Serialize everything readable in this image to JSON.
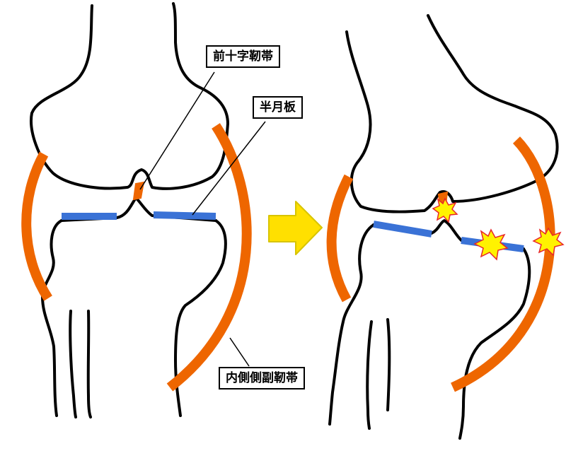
{
  "labels": {
    "acl": "前十字靭帯",
    "meniscus": "半月板",
    "mcl": "内側側副靭帯"
  },
  "colors": {
    "ligament": "#EE6600",
    "meniscus": "#3A72D6",
    "arrow": "#FFE000",
    "arrow_border": "#D8C400",
    "injury_fill": "#FFF200",
    "injury_border": "#E8262A",
    "outline": "#000000"
  },
  "icons": {
    "transition": "right-arrow-icon",
    "injury": "starburst-icon"
  }
}
